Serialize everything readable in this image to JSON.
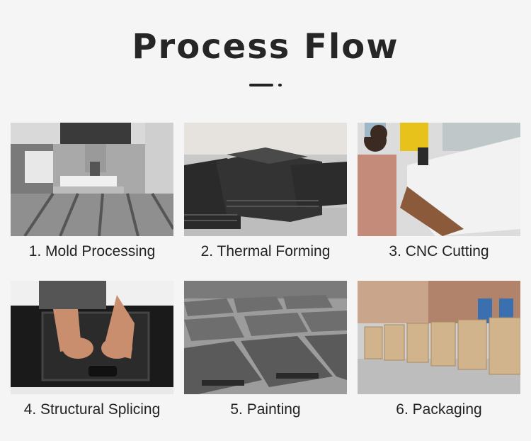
{
  "header": {
    "title": "Process Flow"
  },
  "steps": [
    {
      "label": "1. Mold Processing",
      "image": "cnc-milling-machine-image"
    },
    {
      "label": "2. Thermal Forming",
      "image": "formed-black-panels-image"
    },
    {
      "label": "3. CNC Cutting",
      "image": "robotic-cutting-image"
    },
    {
      "label": "4. Structural Splicing",
      "image": "hands-assembling-image"
    },
    {
      "label": "5. Painting",
      "image": "painted-panels-rows-image"
    },
    {
      "label": "6. Packaging",
      "image": "wooden-crates-warehouse-image"
    }
  ]
}
